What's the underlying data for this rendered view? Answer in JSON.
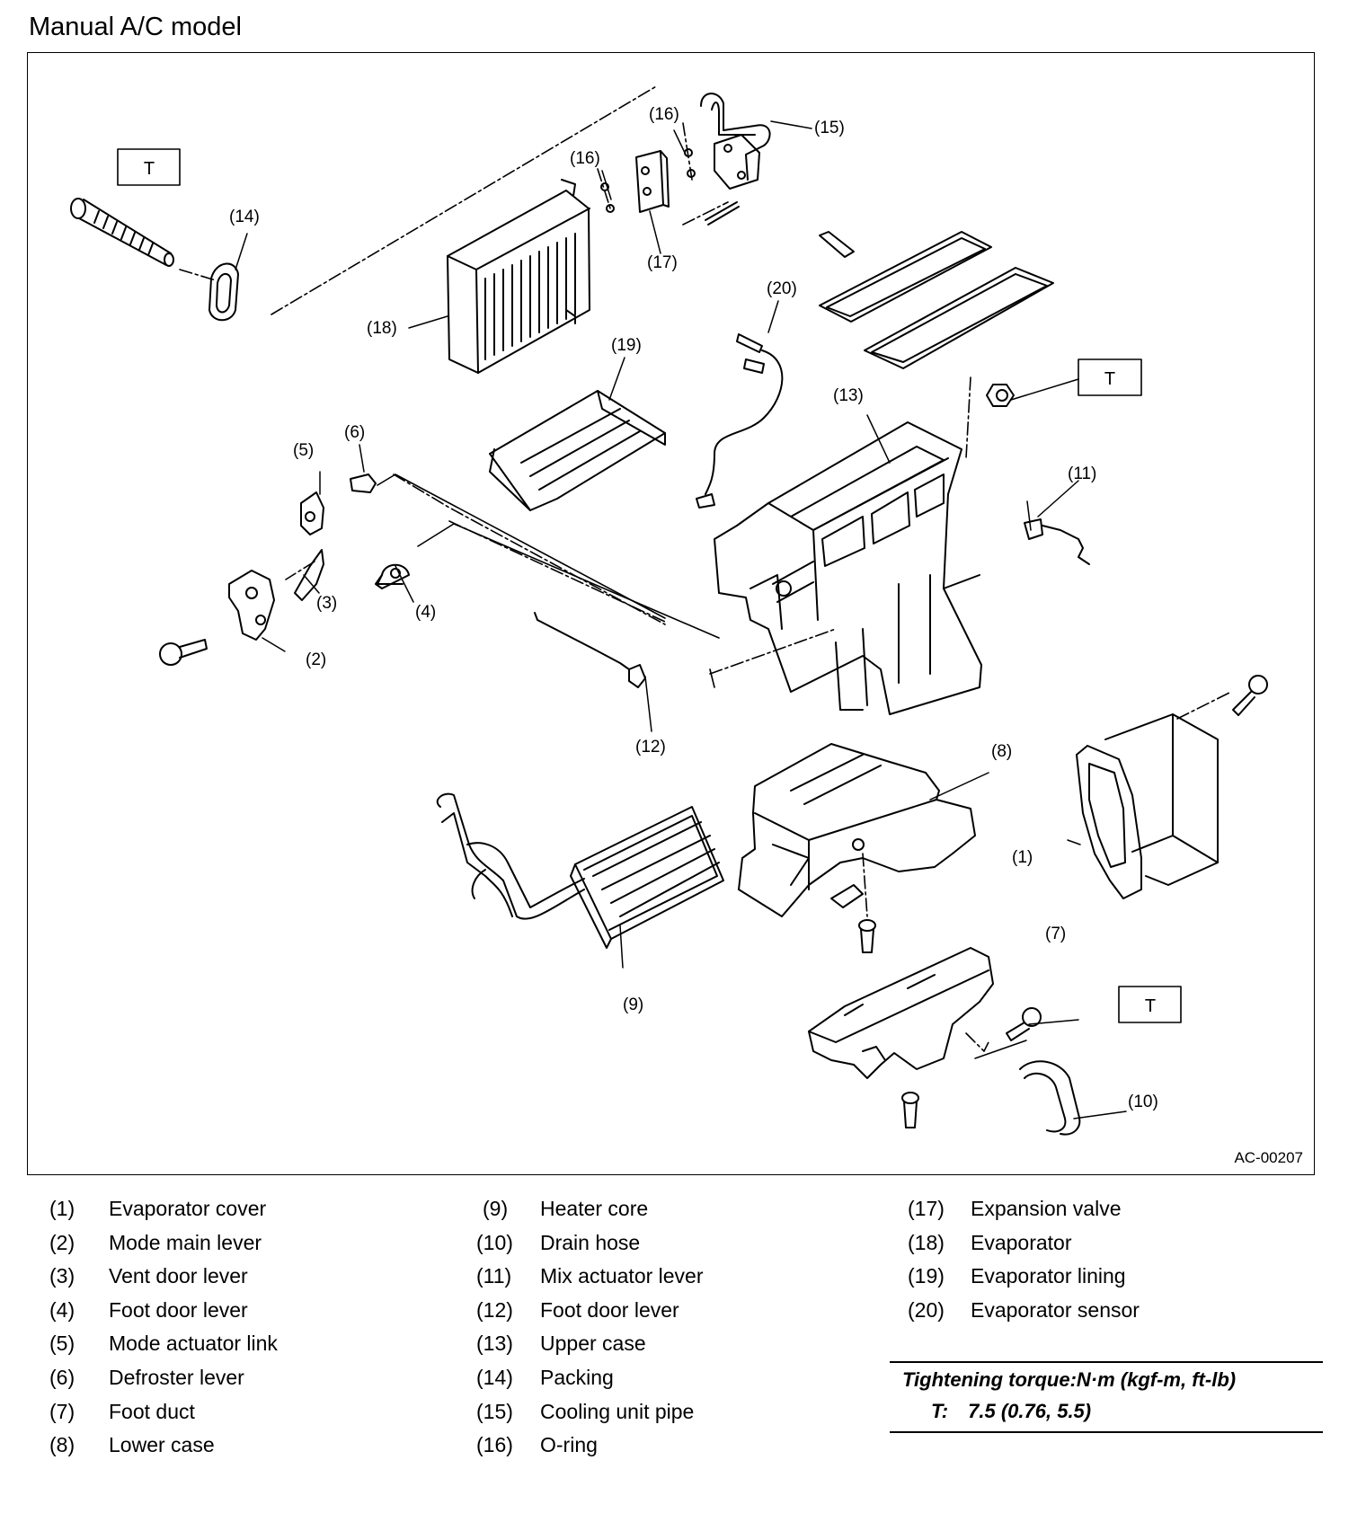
{
  "title": "Manual A/C model",
  "figure_code": "AC-00207",
  "callouts": {
    "c1": "(1)",
    "c2": "(2)",
    "c3": "(3)",
    "c4": "(4)",
    "c5": "(5)",
    "c6": "(6)",
    "c7": "(7)",
    "c8": "(8)",
    "c9": "(9)",
    "c10": "(10)",
    "c11": "(11)",
    "c12": "(12)",
    "c13": "(13)",
    "c14": "(14)",
    "c15": "(15)",
    "c16a": "(16)",
    "c16b": "(16)",
    "c17": "(17)",
    "c18": "(18)",
    "c19": "(19)",
    "c20": "(20)"
  },
  "torque_mark": "T",
  "legend": {
    "col1": [
      {
        "num": "(1)",
        "name": "Evaporator cover"
      },
      {
        "num": "(2)",
        "name": "Mode main lever"
      },
      {
        "num": "(3)",
        "name": "Vent door lever"
      },
      {
        "num": "(4)",
        "name": "Foot door lever"
      },
      {
        "num": "(5)",
        "name": "Mode actuator link"
      },
      {
        "num": "(6)",
        "name": "Defroster lever"
      },
      {
        "num": "(7)",
        "name": "Foot duct"
      },
      {
        "num": "(8)",
        "name": "Lower case"
      }
    ],
    "col2": [
      {
        "num": "(9)",
        "name": "Heater core"
      },
      {
        "num": "(10)",
        "name": "Drain hose"
      },
      {
        "num": "(11)",
        "name": "Mix actuator lever"
      },
      {
        "num": "(12)",
        "name": "Foot door lever"
      },
      {
        "num": "(13)",
        "name": "Upper case"
      },
      {
        "num": "(14)",
        "name": "Packing"
      },
      {
        "num": "(15)",
        "name": "Cooling unit pipe"
      },
      {
        "num": "(16)",
        "name": "O-ring"
      }
    ],
    "col3": [
      {
        "num": "(17)",
        "name": "Expansion valve"
      },
      {
        "num": "(18)",
        "name": "Evaporator"
      },
      {
        "num": "(19)",
        "name": "Evaporator lining"
      },
      {
        "num": "(20)",
        "name": "Evaporator sensor"
      }
    ]
  },
  "torque": {
    "heading": "Tightening torque:N·m (kgf-m, ft-lb)",
    "label": "T:",
    "value": "7.5 (0.76, 5.5)"
  }
}
